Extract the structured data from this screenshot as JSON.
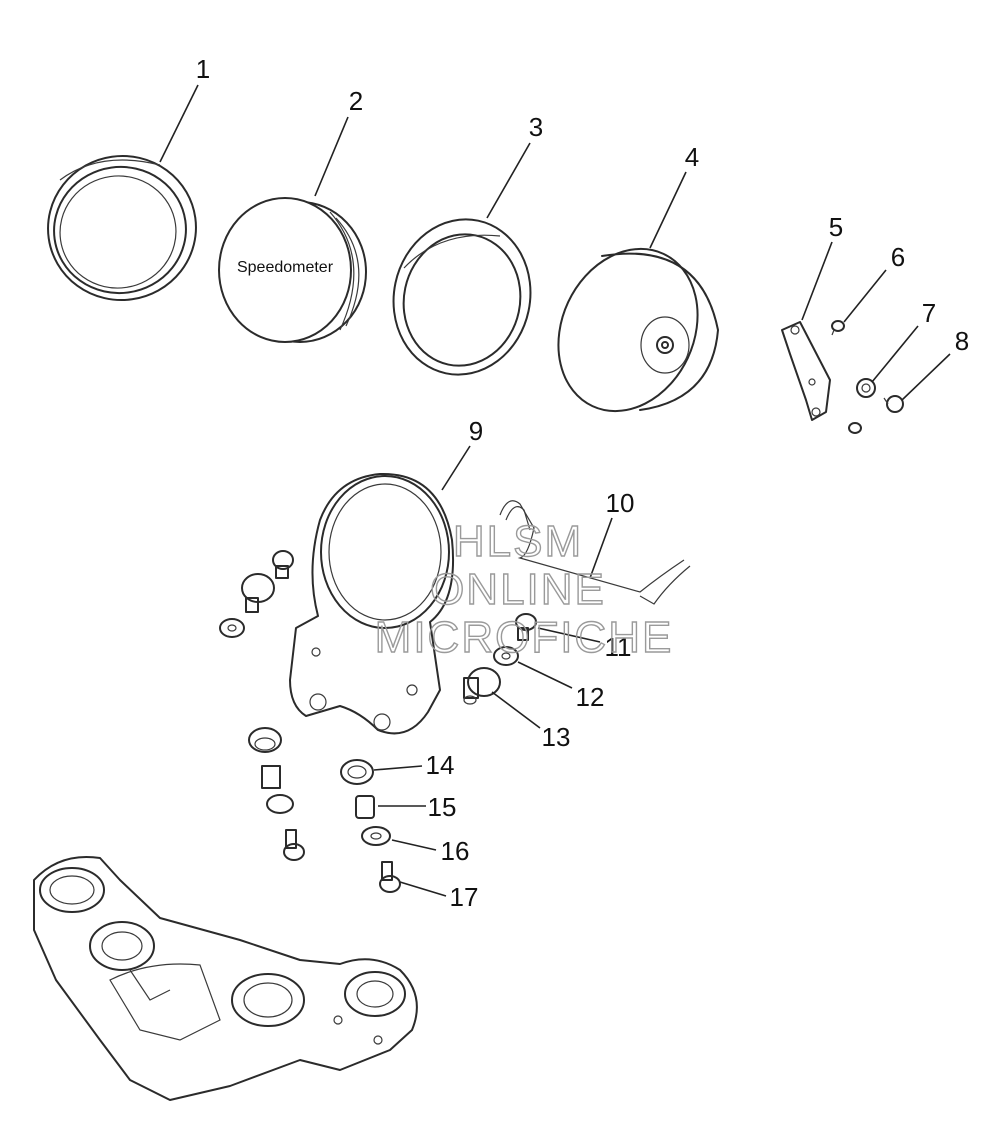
{
  "diagram": {
    "part_label": "Speedometer",
    "callouts": [
      "1",
      "2",
      "3",
      "4",
      "5",
      "6",
      "7",
      "8",
      "9",
      "10",
      "11",
      "12",
      "13",
      "14",
      "15",
      "16",
      "17"
    ]
  },
  "watermark": {
    "line1": "HLSM",
    "line2": "ONLINE",
    "line3": "MICROFICHE"
  }
}
